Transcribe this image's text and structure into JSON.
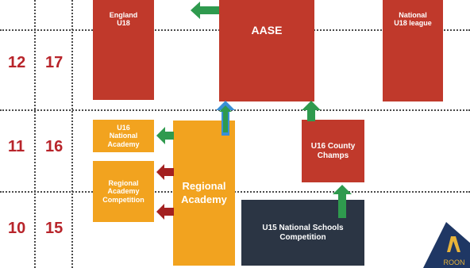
{
  "rows": [
    {
      "age": "12",
      "year": "17"
    },
    {
      "age": "11",
      "year": "16"
    },
    {
      "age": "10",
      "year": "15"
    }
  ],
  "boxes": {
    "england_u18": "England\nU18",
    "aase": "AASE",
    "national_u18_league": "National\nU18 league",
    "u16_national_academy": "U16\nNational\nAcademy",
    "regional_academy_competition": "Regional\nAcademy\nCompetition",
    "regional_academy": "Regional\nAcademy",
    "u16_county_champs": "U16 County\nChamps",
    "u15_national_schools": "U15 National Schools\nCompetition"
  },
  "logo": {
    "text": "ROON"
  },
  "colors": {
    "red": "#c0392b",
    "orange": "#f2a31f",
    "navy": "#2b3544",
    "green_arrow": "#2f9a4e",
    "blue_arrow": "#3a8fd6",
    "dark_red_arrow": "#a32020",
    "number_red": "#b8242a",
    "logo_navy": "#1f3764",
    "logo_gold": "#e8b43a"
  },
  "icons": [
    "arrow-up-icon",
    "arrow-left-icon",
    "arrow-up-blue-icon",
    "logo-mark-icon"
  ]
}
